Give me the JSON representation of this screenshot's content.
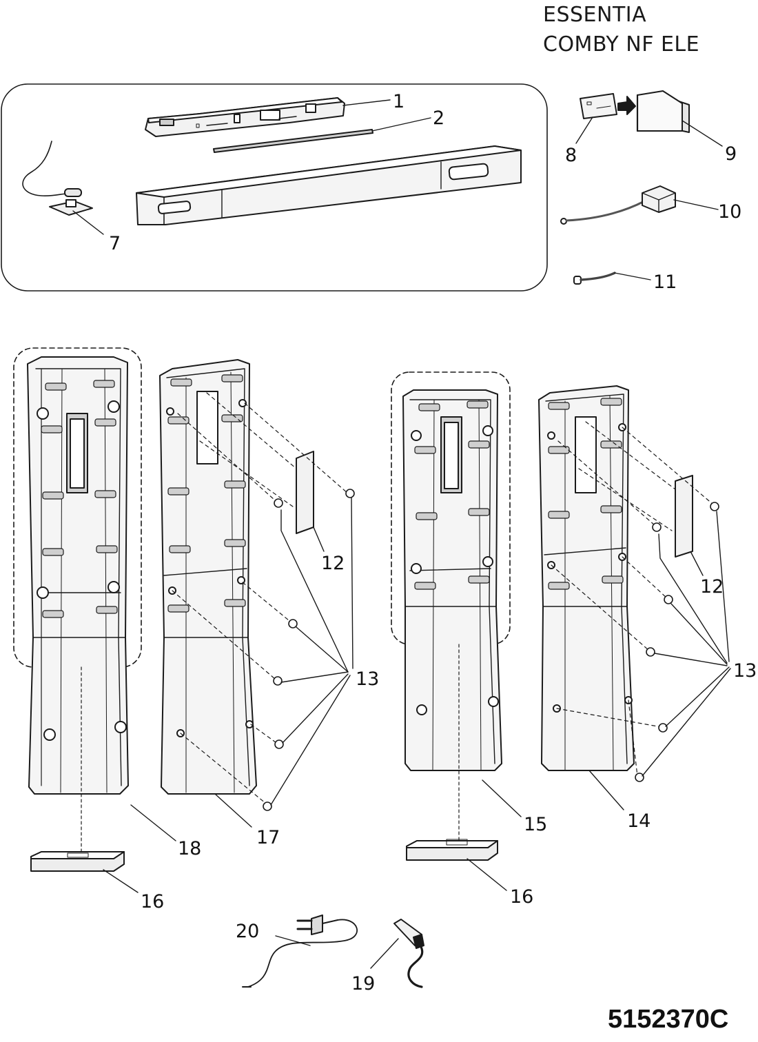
{
  "title": {
    "line1": "ESSENTIA",
    "line2": "COMBY NF ELE"
  },
  "drawing_code": "5152370C",
  "callouts": {
    "c1": "1",
    "c2": "2",
    "c7": "7",
    "c8": "8",
    "c9": "9",
    "c10": "10",
    "c11": "11",
    "c12a": "12",
    "c12b": "12",
    "c13a": "13",
    "c13b": "13",
    "c14": "14",
    "c15": "15",
    "c16a": "16",
    "c16b": "16",
    "c17": "17",
    "c18": "18",
    "c19": "19",
    "c20": "20"
  },
  "colors": {
    "line": "#1a1a1a",
    "panel": "#f4f4f4",
    "shade": "#d8d8d8"
  }
}
